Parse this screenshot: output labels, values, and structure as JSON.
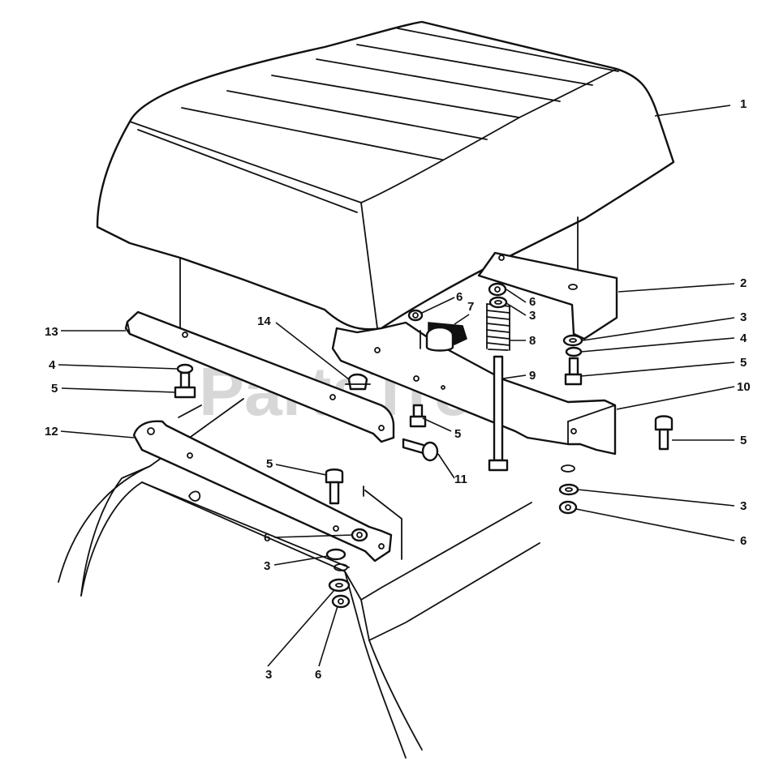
{
  "watermark": "PartsTree",
  "callouts": {
    "c1": "1",
    "c2": "2",
    "c3a": "3",
    "c3b": "3",
    "c3c": "3",
    "c3d": "3",
    "c3e": "3",
    "c4a": "4",
    "c4b": "4",
    "c5a": "5",
    "c5b": "5",
    "c5c": "5",
    "c5d": "5",
    "c5e": "5",
    "c6a": "6",
    "c6b": "6",
    "c6c": "6",
    "c6d": "6",
    "c6e": "6",
    "c7": "7",
    "c8": "8",
    "c9": "9",
    "c10": "10",
    "c11": "11",
    "c12": "12",
    "c13": "13",
    "c14": "14"
  },
  "colors": {
    "ink": "#111111",
    "paper": "#ffffff",
    "watermark": "#bdbdbd"
  }
}
